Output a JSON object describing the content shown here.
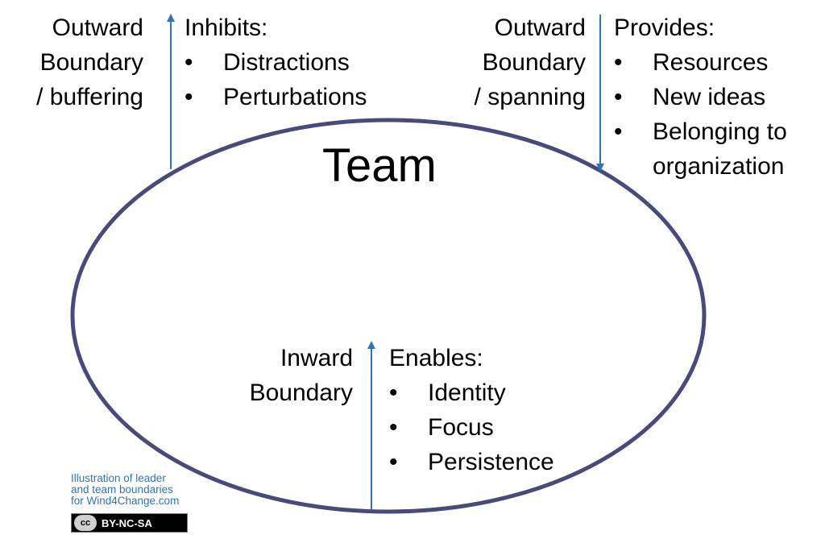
{
  "center_label": "Team",
  "buffering": {
    "label_lines": [
      "Outward",
      "Boundary",
      "/ buffering"
    ],
    "heading": "Inhibits:",
    "items": [
      "Distractions",
      "Perturbations"
    ]
  },
  "spanning": {
    "label_lines": [
      "Outward",
      "Boundary",
      "/ spanning"
    ],
    "heading": "Provides:",
    "items": [
      "Resources",
      "New ideas",
      "Belonging to",
      "organization"
    ]
  },
  "inward": {
    "label_lines": [
      "Inward",
      "Boundary"
    ],
    "heading": "Enables:",
    "items": [
      "Identity",
      "Focus",
      "Persistence"
    ]
  },
  "bullet_char": "•",
  "credit": {
    "lines": [
      "Illustration of leader",
      "and team boundaries",
      "for Wind4Change.com"
    ],
    "license_mark": "cc",
    "license_text": "BY-NC-SA"
  },
  "colors": {
    "ellipse_stroke": "#4a4a7a",
    "arrow": "#2e75b6",
    "credit_text": "#2e75b6"
  }
}
